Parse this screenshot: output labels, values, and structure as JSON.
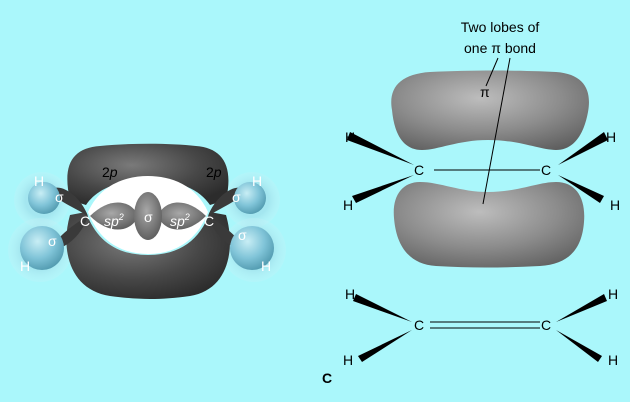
{
  "colors": {
    "background": "#aaf7fb",
    "orbital_dark": "#4a4a4a",
    "orbital_gray": "#8a8a8a",
    "hydrogen": "#7fc3d8"
  },
  "left_model": {
    "atoms": {
      "carbon": "C",
      "hydrogen": "H"
    },
    "p_orbital_label": "2",
    "p_orbital_italic": "p",
    "sigma": "σ",
    "sp2_label": "sp",
    "sp2_exp": "2"
  },
  "right_model": {
    "annotation": {
      "line1": "Two lobes of",
      "line2_pre": "one ",
      "line2_pi": "π",
      "line2_post": " bond"
    },
    "pi_label": "π",
    "atoms": {
      "carbon": "C",
      "hydrogen": "H"
    }
  },
  "structure": {
    "atoms": {
      "carbon": "C",
      "hydrogen": "H"
    }
  },
  "panel_label": "C"
}
